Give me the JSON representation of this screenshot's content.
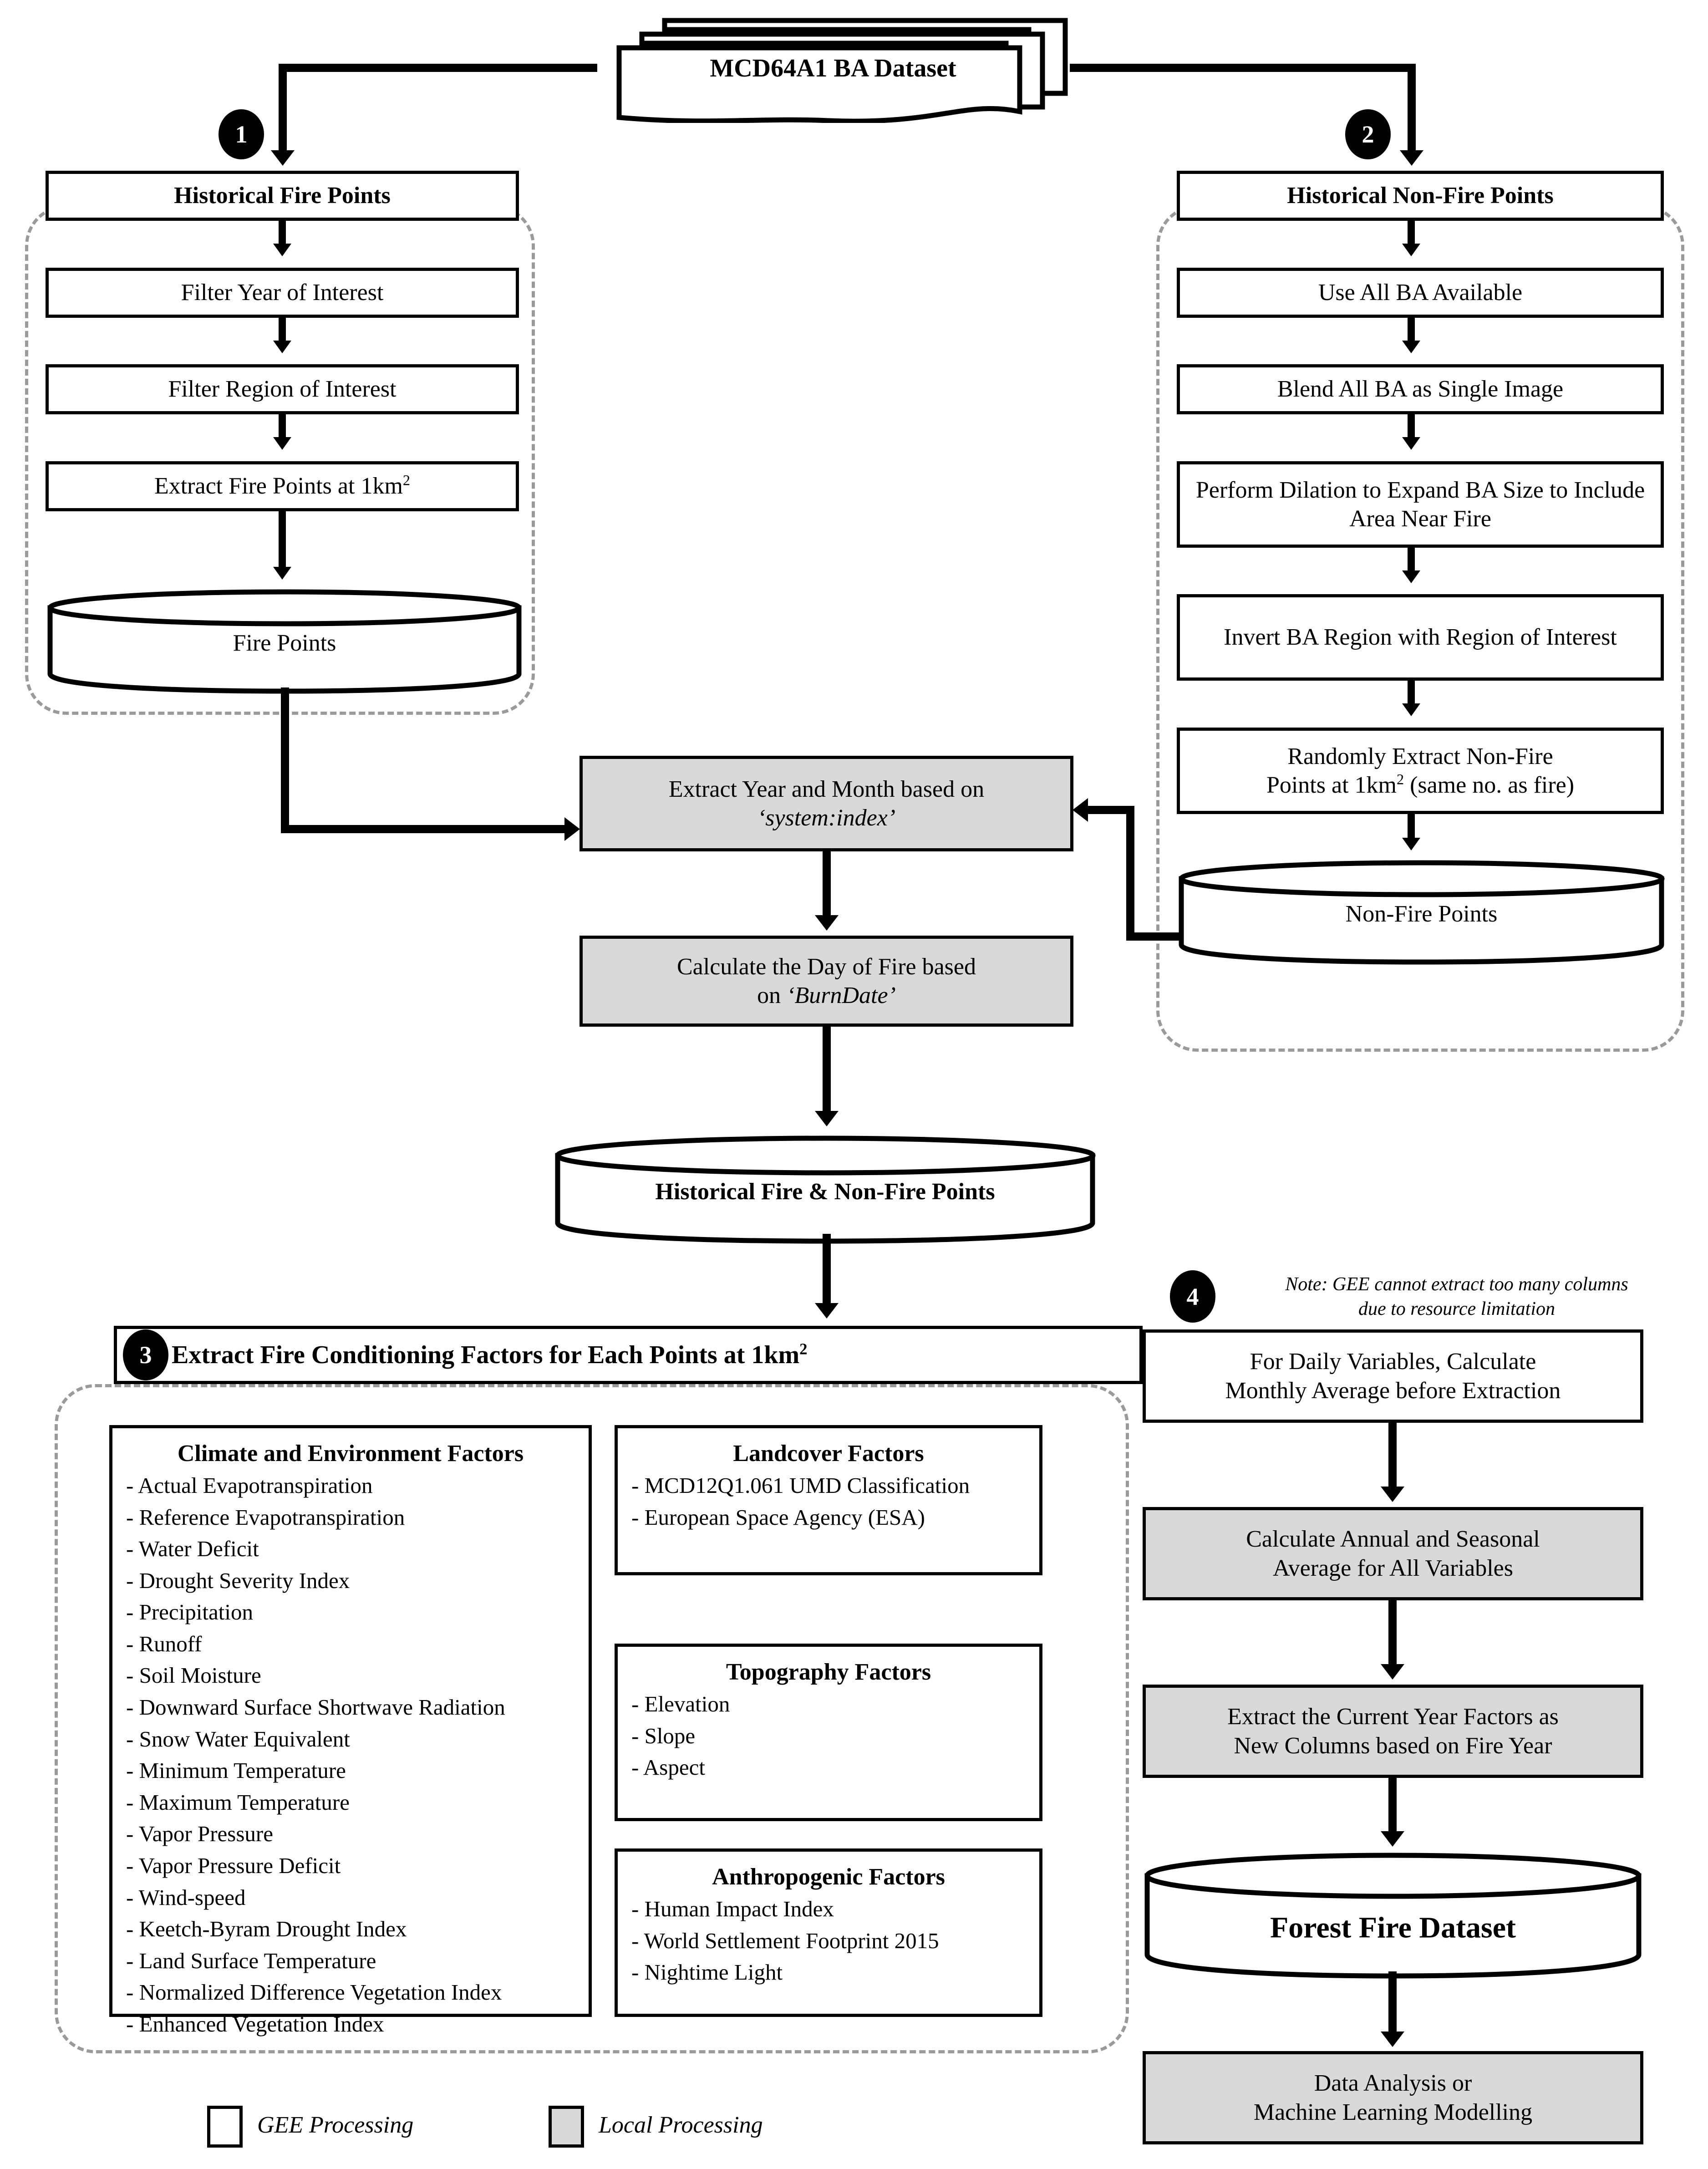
{
  "source": {
    "label": "MCD64A1 BA Dataset"
  },
  "badges": {
    "one": "1",
    "two": "2",
    "three": "3",
    "four": "4"
  },
  "branch_fire": {
    "title": "Historical Fire Points",
    "steps": [
      "Filter Year of Interest",
      "Filter Region of Interest",
      "Extract Fire Points at 1km²"
    ],
    "datastore": "Fire Points"
  },
  "branch_nonfire": {
    "title": "Historical Non-Fire Points",
    "steps": [
      "Use All BA Available",
      "Blend All BA as Single Image",
      "Perform Dilation to Expand BA Size to Include Area Near Fire",
      "Invert BA Region with Region of Interest",
      "Randomly Extract Non-Fire Points at 1km² (same no. as fire)"
    ],
    "datastore": "Non-Fire Points"
  },
  "merge": {
    "extract_year_month_line1": "Extract Year and Month based on",
    "extract_year_month_line2": "‘system:index’",
    "calculate_day_line1": "Calculate the Day of Fire based",
    "calculate_day_line2": "on ‘BurnDate’",
    "combined_datastore": "Historical Fire & Non-Fire Points"
  },
  "section3": {
    "header": "Extract Fire Conditioning Factors for Each Points at 1km²",
    "climate": {
      "title": "Climate and Environment Factors",
      "items": [
        "- Actual Evapotranspiration",
        "- Reference Evapotranspiration",
        "- Water Deficit",
        "- Drought Severity Index",
        "- Precipitation",
        "- Runoff",
        "- Soil Moisture",
        "- Downward Surface Shortwave Radiation",
        "- Snow Water Equivalent",
        "- Minimum Temperature",
        "- Maximum Temperature",
        "- Vapor Pressure",
        "- Vapor Pressure Deficit",
        "- Wind-speed",
        "- Keetch-Byram Drought Index",
        "- Land Surface Temperature",
        "- Normalized Difference Vegetation Index",
        "- Enhanced Vegetation Index"
      ]
    },
    "landcover": {
      "title": "Landcover Factors",
      "items": [
        "- MCD12Q1.061 UMD Classification",
        "- European Space Agency (ESA)"
      ]
    },
    "topography": {
      "title": "Topography Factors",
      "items": [
        "- Elevation",
        "- Slope",
        "- Aspect"
      ]
    },
    "anthropogenic": {
      "title": "Anthropogenic Factors",
      "items": [
        "- Human Impact Index",
        "- World Settlement Footprint 2015",
        "- Nightime Light"
      ]
    }
  },
  "section4": {
    "note_line1": "Note: GEE cannot extract too many columns",
    "note_line2": "due to resource limitation",
    "daily_line1": "For Daily Variables, Calculate",
    "daily_line2": "Monthly Average before Extraction",
    "annual_line1": "Calculate Annual and Seasonal",
    "annual_line2": "Average for All Variables",
    "current_year_line1": "Extract the Current Year Factors as",
    "current_year_line2": "New Columns based on Fire Year",
    "final_datastore": "Forest Fire Dataset",
    "final_line1": "Data Analysis or",
    "final_line2": "Machine Learning Modelling"
  },
  "legend": {
    "gee": "GEE Processing",
    "local": "Local Processing"
  },
  "colors": {
    "local_fill": "#d9d9d9",
    "gee_fill": "#ffffff",
    "stroke": "#000000",
    "region_dash": "#9a9a9a"
  }
}
